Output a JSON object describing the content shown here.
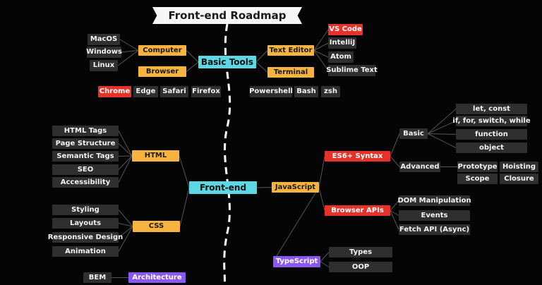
{
  "title": "Front-end Roadmap",
  "colors": {
    "gray": "#2f2f2f",
    "orange": "#f6b340",
    "red": "#e5332a",
    "cyan": "#5bd8e4",
    "purple": "#8a57f0",
    "line": "#555555",
    "path": "#ffffff"
  },
  "basic_tools": {
    "label": "Basic Tools",
    "computer": {
      "label": "Computer",
      "items": [
        "MacOS",
        "Windows",
        "Linux"
      ]
    },
    "browser": {
      "label": "Browser",
      "items": [
        "Chrome",
        "Edge",
        "Safari",
        "Firefox"
      ]
    },
    "text_editor": {
      "label": "Text Editor",
      "items": [
        "VS Code",
        "IntelliJ",
        "Atom",
        "Sublime Text"
      ]
    },
    "terminal": {
      "label": "Terminal",
      "items": [
        "Powershell",
        "Bash",
        "zsh"
      ]
    }
  },
  "frontend": {
    "label": "Front-end",
    "html": {
      "label": "HTML",
      "items": [
        "HTML Tags",
        "Page Structure",
        "Semantic Tags",
        "SEO",
        "Accessibility"
      ]
    },
    "css": {
      "label": "CSS",
      "items": [
        "Styling",
        "Layouts",
        "Responsive Design",
        "Animation"
      ]
    },
    "architecture": {
      "label": "Architecture",
      "items": [
        "BEM"
      ]
    },
    "javascript": {
      "label": "JavaScript",
      "es6": {
        "label": "ES6+ Syntax",
        "basic": {
          "label": "Basic",
          "items": [
            "let, const",
            "if, for, switch, while",
            "function",
            "object"
          ]
        },
        "advanced": {
          "label": "Advanced",
          "items": [
            "Prototype",
            "Hoisting",
            "Scope",
            "Closure"
          ]
        }
      },
      "browser_apis": {
        "label": "Browser APIs",
        "items": [
          "DOM Manipulation",
          "Events",
          "Fetch API (Async)"
        ]
      }
    },
    "typescript": {
      "label": "TypeScript",
      "items": [
        "Types",
        "OOP"
      ]
    }
  }
}
